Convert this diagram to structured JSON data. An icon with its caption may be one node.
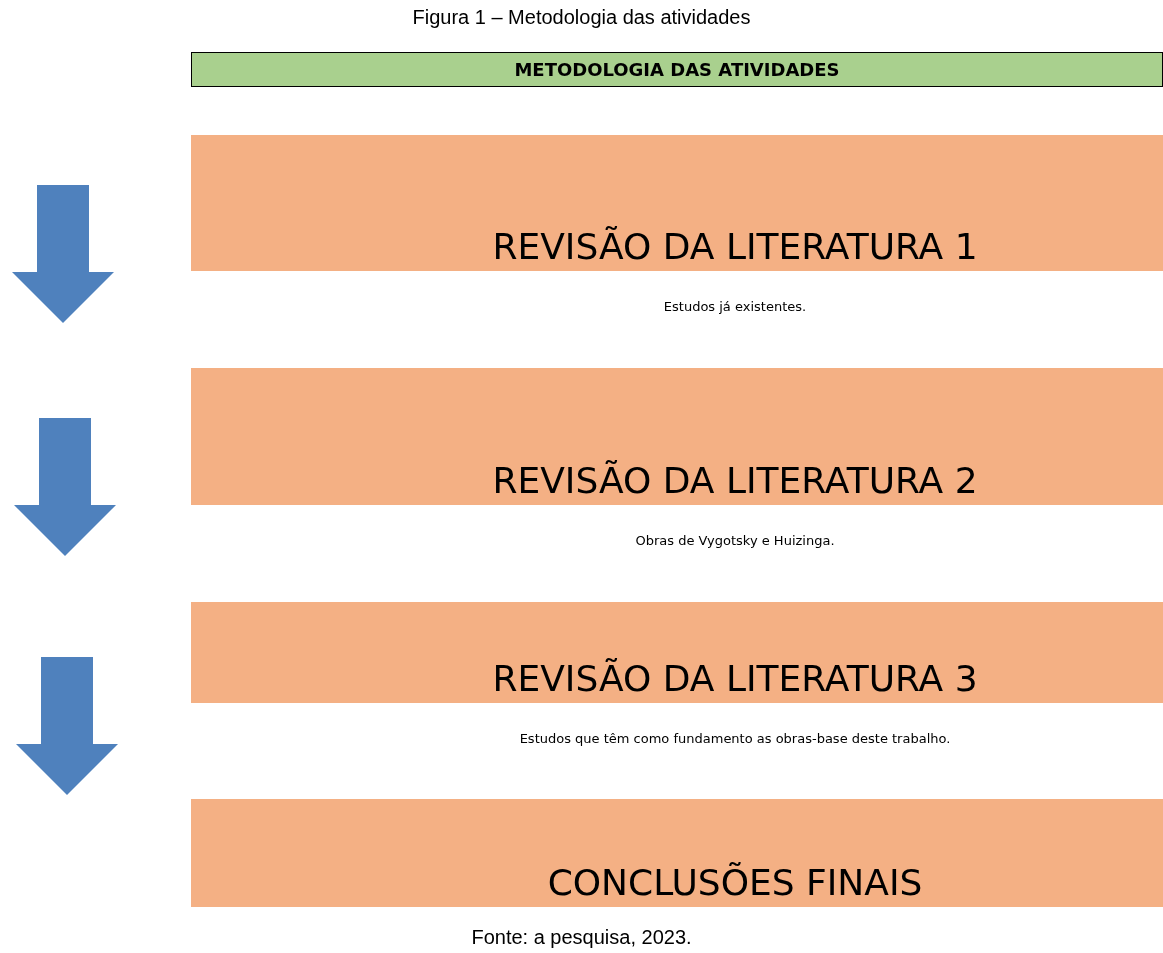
{
  "diagram": {
    "title": "Figura 1 – Metodologia das atividades",
    "caption": "Fonte: a pesquisa, 2023.",
    "nodes": [
      {
        "text": [
          "METODOLOGIA DAS ATIVIDADES"
        ]
      },
      {
        "text": [
          "REVISÃO DA LITERATURA 1"
        ],
        "beside": [
          "Estudos já existentes."
        ]
      },
      {
        "text": [
          "REVISÃO DA LITERATURA 2"
        ],
        "beside": [
          "Obras de Vygotsky e Huizinga."
        ]
      },
      {
        "text": [
          "REVISÃO DA LITERATURA 3"
        ],
        "beside": [
          "Estudos que têm como fundamento as obras-base deste trabalho."
        ]
      },
      {
        "text": [
          "CONCLUSÕES FINAIS"
        ]
      }
    ]
  }
}
